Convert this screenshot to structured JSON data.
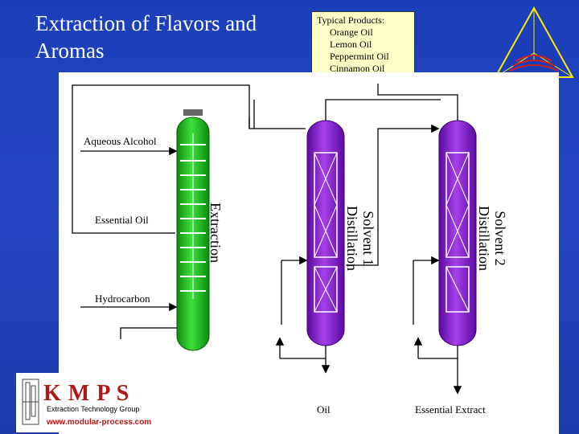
{
  "slide": {
    "title": "Extraction of Flavors and Aromas"
  },
  "products_box": {
    "header": "Typical Products:",
    "items": [
      "Orange Oil",
      "Lemon Oil",
      "Peppermint Oil",
      "Cinnamon Oil"
    ]
  },
  "diagram": {
    "streams": {
      "aqueous_alcohol": "Aqueous  Alcohol",
      "essential_oil": "Essential Oil",
      "hydrocarbon": "Hydrocarbon",
      "oil": "Oil",
      "essential_extract": "Essential Extract"
    },
    "columns": {
      "extraction": "Extraction",
      "solvent1_line1": "Solvent 1",
      "solvent1_line2": "Distillation",
      "solvent2_line1": "Solvent 2",
      "solvent2_line2": "Distillation"
    },
    "colors": {
      "extraction_column": "#1fbf1f",
      "distillation_column": "#8a1fd0",
      "background": "#2244c0",
      "panel": "#ffffff"
    }
  },
  "brand": {
    "logo": "K M P S",
    "subtitle": "Extraction Technology Group",
    "url": "www.modular-process.com"
  }
}
